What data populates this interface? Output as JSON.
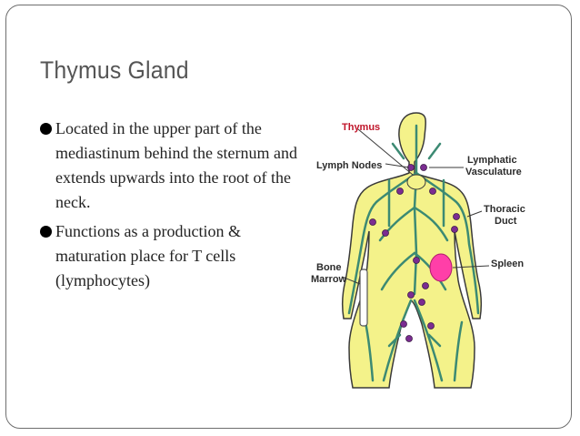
{
  "slide": {
    "title": "Thymus Gland",
    "bullets": [
      {
        "text": "Located in the upper part of the mediastinum behind the sternum and extends upwards into the root of the neck."
      },
      {
        "text": "Functions as a production & maturation place for T cells (lymphocytes)"
      }
    ]
  },
  "figure": {
    "labels": {
      "thymus": "Thymus",
      "lymph_nodes": "Lymph Nodes",
      "lymphatic_line1": "Lymphatic",
      "lymphatic_line2": "Vasculature",
      "thoracic_line1": "Thoracic",
      "thoracic_line2": "Duct",
      "spleen": "Spleen",
      "bone_line1": "Bone",
      "bone_line2": "Marrow"
    },
    "colors": {
      "body": "#f4f28a",
      "outline": "#3a3a3a",
      "vessel": "#3c8a73",
      "node": "#7b2c91",
      "spleen": "#ff3fa8",
      "thymus_label": "#c0152a"
    }
  }
}
